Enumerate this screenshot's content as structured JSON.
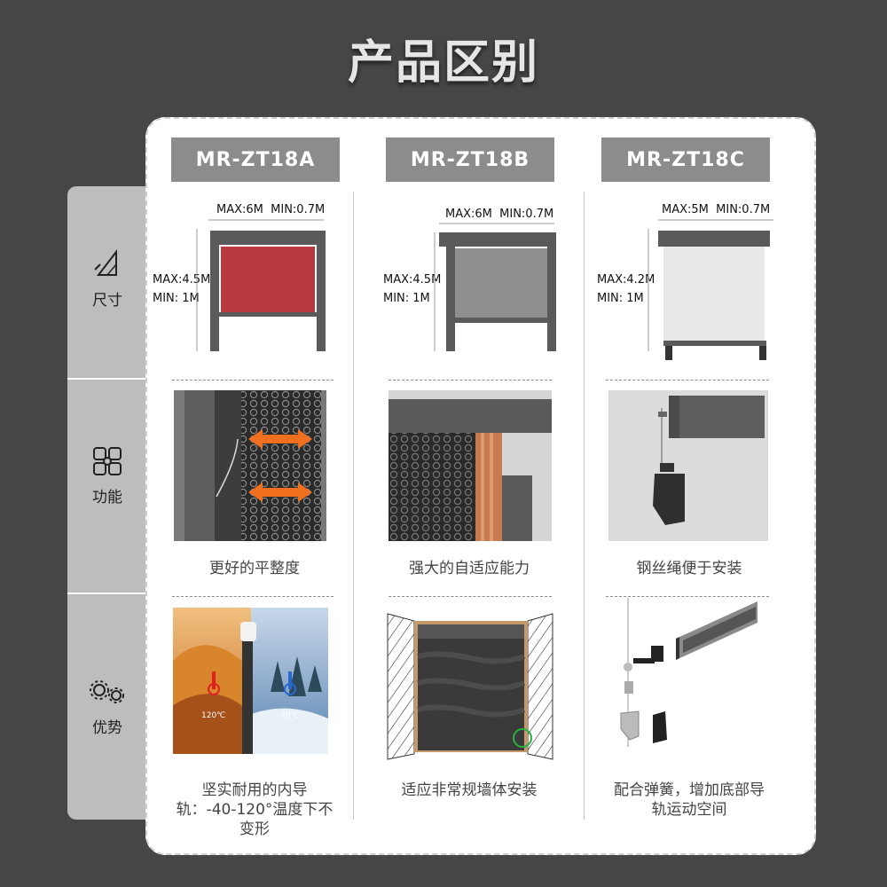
{
  "title": "产品区别",
  "sidebar": [
    {
      "icon": "ruler-triangle-icon",
      "label": "尺寸"
    },
    {
      "icon": "four-squares-icon",
      "label": "功能"
    },
    {
      "icon": "gears-icon",
      "label": "优势"
    }
  ],
  "products": [
    {
      "model": "MR-ZT18A",
      "max_width": "MAX:6M",
      "min_width": "MIN:0.7M",
      "max_height": "MAX:4.5M",
      "min_height": "MIN: 1M",
      "screen_color": "#b83a3f",
      "function_caption": "更好的平整度",
      "advantage_caption": "坚实耐用的内导轨：-40-120°温度下不变形",
      "hot_temp": "120℃",
      "cold_temp": "-40℃"
    },
    {
      "model": "MR-ZT18B",
      "max_width": "MAX:6M",
      "min_width": "MIN:0.7M",
      "max_height": "MAX:4.5M",
      "min_height": "MIN: 1M",
      "screen_color": "#8e8e8e",
      "function_caption": "强大的自适应能力",
      "advantage_caption": "适应非常规墙体安装"
    },
    {
      "model": "MR-ZT18C",
      "max_width": "MAX:5M",
      "min_width": "MIN:0.7M",
      "max_height": "MAX:4.2M",
      "min_height": "MIN: 1M",
      "screen_color": "#e8e8e8",
      "function_caption": "钢丝绳便于安装",
      "advantage_caption": "配合弹簧，增加底部导轨运动空间"
    }
  ],
  "colors": {
    "background": "#464646",
    "sidebar": "#bdbdbd",
    "header": "#8c8c8c",
    "frame": "#5a5a5a",
    "arrow": "#f07020"
  }
}
